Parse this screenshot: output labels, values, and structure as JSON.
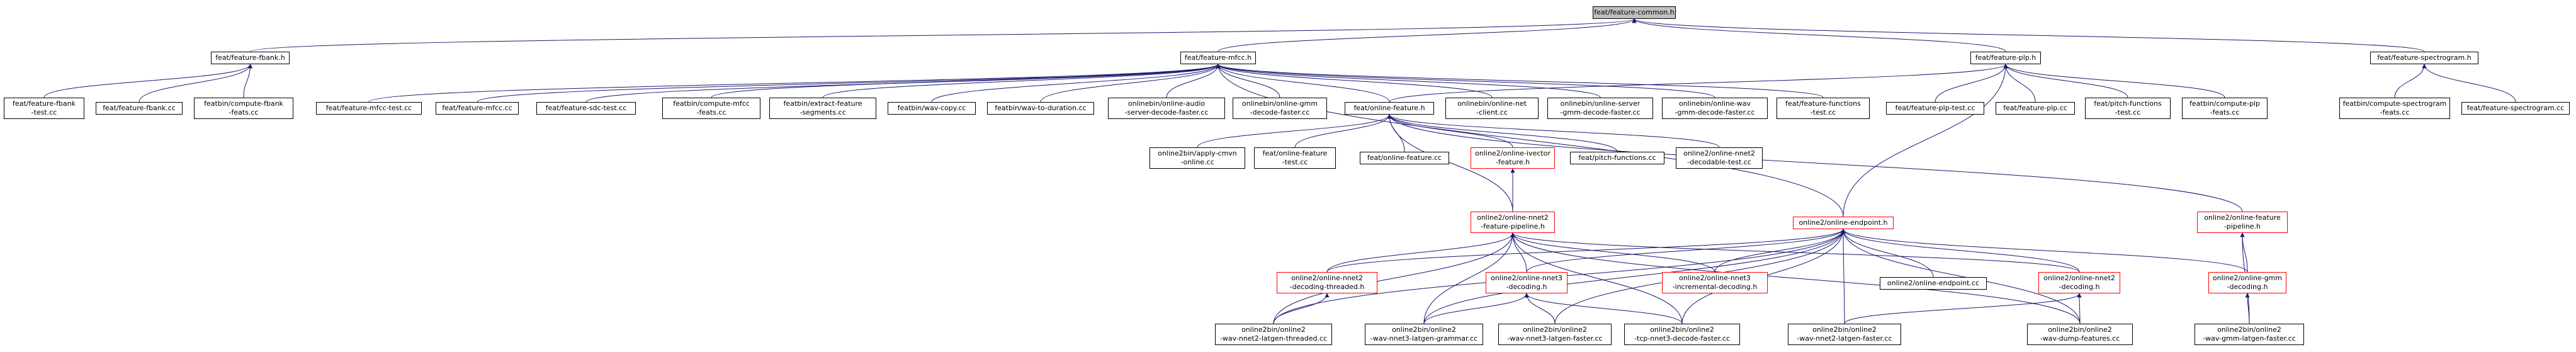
{
  "colors": {
    "edge": "#191970",
    "node_border": "#000000",
    "highlight_border": "#ff0000",
    "root_fill": "#bfbfbf"
  },
  "nodes": {
    "root": "feat/feature-common.h",
    "fbank_h": "feat/feature-fbank.h",
    "mfcc_h": "feat/feature-mfcc.h",
    "plp_h": "feat/feature-plp.h",
    "spectrogram_h": "feat/feature-spectrogram.h",
    "fbank_test": "feat/feature-fbank\n-test.cc",
    "fbank_cc": "feat/feature-fbank.cc",
    "compute_fbank": "featbin/compute-fbank\n-feats.cc",
    "mfcc_test": "feat/feature-mfcc-test.cc",
    "mfcc_cc": "feat/feature-mfcc.cc",
    "sdc_test": "feat/feature-sdc-test.cc",
    "compute_mfcc": "featbin/compute-mfcc\n-feats.cc",
    "extract_segments": "featbin/extract-feature\n-segments.cc",
    "wav_copy": "featbin/wav-copy.cc",
    "wav_duration": "featbin/wav-to-duration.cc",
    "audio_server": "onlinebin/online-audio\n-server-decode-faster.cc",
    "gmm_decode_faster": "onlinebin/online-gmm\n-decode-faster.cc",
    "online_feature_h": "feat/online-feature.h",
    "net_client": "onlinebin/online-net\n-client.cc",
    "server_gmm": "onlinebin/online-server\n-gmm-decode-faster.cc",
    "wav_gmm": "onlinebin/online-wav\n-gmm-decode-faster.cc",
    "functions_test": "feat/feature-functions\n-test.cc",
    "plp_test": "feat/feature-plp-test.cc",
    "plp_cc": "feat/feature-plp.cc",
    "pitch_test": "feat/pitch-functions\n-test.cc",
    "compute_plp": "featbin/compute-plp\n-feats.cc",
    "compute_spectrogram": "featbin/compute-spectrogram\n-feats.cc",
    "spectrogram_cc": "feat/feature-spectrogram.cc",
    "apply_cmvn": "online2bin/apply-cmvn\n-online.cc",
    "online_feature_test": "feat/online-feature\n-test.cc",
    "online_feature_cc": "feat/online-feature.cc",
    "ivector_feature_h": "online2/online-ivector\n-feature.h",
    "pitch_functions": "feat/pitch-functions.cc",
    "decodable_test": "online2/online-nnet2\n-decodable-test.cc",
    "nnet2_pipeline_h": "online2/online-nnet2\n-feature-pipeline.h",
    "endpoint_h": "online2/online-endpoint.h",
    "feature_pipeline_h": "online2/online-feature\n-pipeline.h",
    "nnet2_threaded_h": "online2/online-nnet2\n-decoding-threaded.h",
    "nnet3_decoding_h": "online2/online-nnet3\n-decoding.h",
    "nnet3_incremental_h": "online2/online-nnet3\n-incremental-decoding.h",
    "endpoint_cc": "online2/online-endpoint.cc",
    "nnet2_decoding_h": "online2/online-nnet2\n-decoding.h",
    "gmm_decoding_h": "online2/online-gmm\n-decoding.h",
    "bin_nnet2_threaded": "online2bin/online2\n-wav-nnet2-latgen-threaded.cc",
    "bin_nnet3_grammar": "online2bin/online2\n-wav-nnet3-latgen-grammar.cc",
    "bin_nnet3_faster": "online2bin/online2\n-wav-nnet3-latgen-faster.cc",
    "bin_tcp_nnet3": "online2bin/online2\n-tcp-nnet3-decode-faster.cc",
    "bin_nnet2_faster": "online2bin/online2\n-wav-nnet2-latgen-faster.cc",
    "bin_dump_features": "online2bin/online2\n-wav-dump-features.cc",
    "bin_gmm_faster": "online2bin/online2\n-wav-gmm-latgen-faster.cc"
  }
}
